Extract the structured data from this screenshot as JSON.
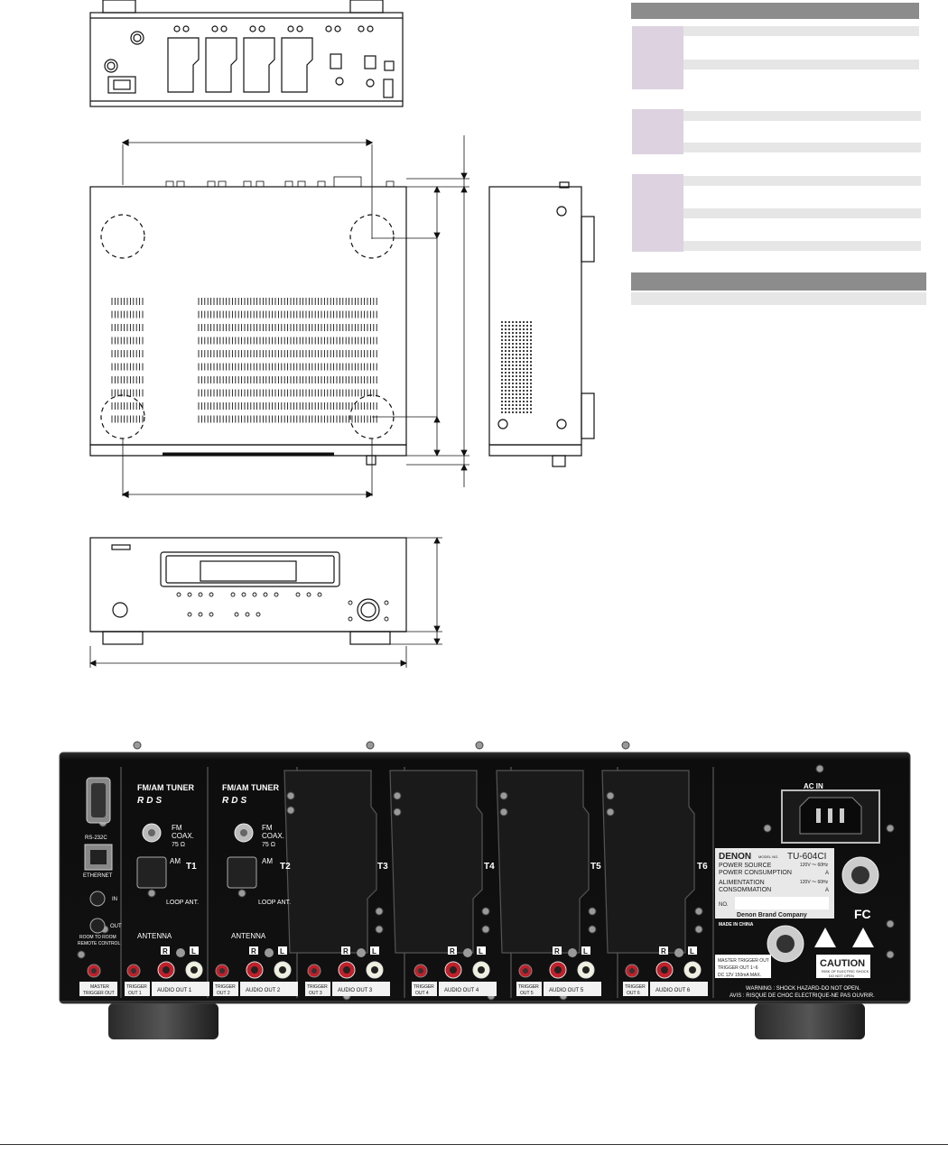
{
  "rear_panel": {
    "modules": [
      {
        "title": "FM/AM TUNER",
        "brand": "RDS",
        "fm_label": "FM",
        "coax_label": "COAX.",
        "ohm_label": "75 Ω",
        "am_label": "AM",
        "slot": "T1",
        "loop_label": "LOOP ANT.",
        "antenna_label": "ANTENNA"
      },
      {
        "title": "FM/AM TUNER",
        "brand": "RDS",
        "fm_label": "FM",
        "coax_label": "COAX.",
        "ohm_label": "75 Ω",
        "am_label": "AM",
        "slot": "T2",
        "loop_label": "LOOP ANT.",
        "antenna_label": "ANTENNA"
      }
    ],
    "blank_slots": [
      "T3",
      "T4",
      "T5",
      "T6"
    ],
    "control": {
      "rs232c": "RS-232C",
      "ethernet": "ETHERNET",
      "in": "IN",
      "out": "OUT",
      "room_to_room": "ROOM TO ROOM",
      "remote_control": "REMOTE CONTROL",
      "master_trigger_out": [
        "MASTER",
        "TRIGGER OUT"
      ]
    },
    "outputs": [
      {
        "trigger": [
          "TRIGGER",
          "OUT 1"
        ],
        "audio": "AUDIO OUT 1"
      },
      {
        "trigger": [
          "TRIGGER",
          "OUT 2"
        ],
        "audio": "AUDIO OUT 2"
      },
      {
        "trigger": [
          "TRIGGER",
          "OUT 3"
        ],
        "audio": "AUDIO OUT 3"
      },
      {
        "trigger": [
          "TRIGGER",
          "OUT 4"
        ],
        "audio": "AUDIO OUT 4"
      },
      {
        "trigger": [
          "TRIGGER",
          "OUT 5"
        ],
        "audio": "AUDIO OUT 5"
      },
      {
        "trigger": [
          "TRIGGER",
          "OUT 6"
        ],
        "audio": "AUDIO OUT 6"
      }
    ],
    "channel_r": "R",
    "channel_l": "L",
    "rating_plate": {
      "brand": "DENON",
      "model_no_label": "MODEL NO.",
      "model": "TU-604CI",
      "power_source": "POWER SOURCE",
      "power_consumption": "POWER CONSUMPTION",
      "voltage": "120V ～ 60Hz",
      "watt_unit": "A",
      "alimentation": "ALIMENTATION",
      "consommation": "CONSOMMATION",
      "no_label": "NO.",
      "company": "Denon Brand Company"
    },
    "ac_in": "AC IN",
    "made_in": "MADE IN CHINA",
    "fcc": "FC",
    "master_trigger_box": [
      "MASTER TRIGGER OUT",
      "TRIGGER OUT 1~6",
      "DC 12V 150mA MAX."
    ],
    "caution": {
      "title": "CAUTION",
      "line1": "RISK OF ELECTRIC SHOCK",
      "line2": "DO NOT OPEN"
    },
    "warning": "WARNING : SHOCK HAZARD-DO NOT OPEN.",
    "avis": "AVIS : RISQUE DE CHOC ELECTRIQUE-NE PAS OUVRIR."
  }
}
